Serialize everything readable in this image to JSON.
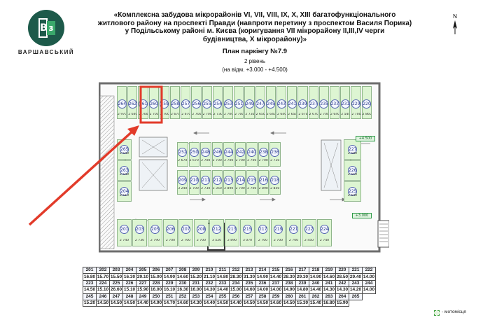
{
  "header": {
    "logo_text": "ВАРШАВСЬКИЙ",
    "logo_letter_a": "В",
    "logo_letter_b": "з",
    "title_lines": [
      "«Комплексна забудова мікрорайонів VI, VII, VIII, IX, X, XIII багатофункціонального",
      "житлового району на проспекті Правди (навпроти перетину з проспектом Василя Порика)",
      "у Подільському районі м. Києва (коригування VII мікрорайону ІІ,ІІІ,IV черги",
      "будівництва, X мікрорайону)»"
    ],
    "plan_title": "План паркінгу №7.9",
    "level": "2 рівень",
    "elevation": "(на відм. +3.000 - +4.500)",
    "north_label": "N"
  },
  "plan": {
    "row_top": [
      {
        "n": "264",
        "a": "2 970"
      },
      {
        "n": "262",
        "a": "2 640"
      },
      {
        "n": "261",
        "a": "2 700"
      },
      {
        "n": "260",
        "a": "2 700"
      },
      {
        "n": "259",
        "a": "2 700"
      },
      {
        "n": "258",
        "a": "2 670"
      },
      {
        "n": "257",
        "a": "2 670"
      },
      {
        "n": "256",
        "a": "2 700"
      },
      {
        "n": "255",
        "a": "2 700"
      },
      {
        "n": "254",
        "a": "2 730"
      },
      {
        "n": "253",
        "a": "2 700"
      },
      {
        "n": "251",
        "a": "2 700"
      },
      {
        "n": "249",
        "a": "2 730"
      },
      {
        "n": "247",
        "a": "2 650"
      },
      {
        "n": "245",
        "a": "2 640"
      },
      {
        "n": "243",
        "a": "2 640"
      },
      {
        "n": "241",
        "a": "2 650"
      },
      {
        "n": "239",
        "a": "2 670"
      },
      {
        "n": "237",
        "a": "2 670"
      },
      {
        "n": "235",
        "a": "2 700"
      },
      {
        "n": "233",
        "a": "2 640"
      },
      {
        "n": "231",
        "a": "2 540"
      },
      {
        "n": "229",
        "a": "2 700"
      },
      {
        "n": "220",
        "a": "2 860"
      }
    ],
    "row_mid_upper": [
      {
        "n": "252",
        "a": "2 670"
      },
      {
        "n": "250",
        "a": "2 670"
      },
      {
        "n": "248",
        "a": "2 700"
      },
      {
        "n": "246",
        "a": "2 700"
      },
      {
        "n": "244",
        "a": "2 700"
      },
      {
        "n": "242",
        "a": "2 700"
      },
      {
        "n": "240",
        "a": "2 700"
      },
      {
        "n": "238",
        "a": "2 700"
      },
      {
        "n": "236",
        "a": "2 730"
      }
    ],
    "row_mid_lower": [
      {
        "n": "209",
        "a": "3 240"
      },
      {
        "n": "210",
        "a": "2 700"
      },
      {
        "n": "211",
        "a": "2 730"
      },
      {
        "n": "212",
        "a": "3 350"
      },
      {
        "n": "213",
        "a": "2 890"
      },
      {
        "n": "214",
        "a": "2 700"
      },
      {
        "n": "215",
        "a": "2 700"
      },
      {
        "n": "216",
        "a": "2 890"
      },
      {
        "n": "218",
        "a": "2 850"
      }
    ],
    "row_bottom": [
      {
        "n": "201",
        "a": "2 740"
      },
      {
        "n": "203",
        "a": "2 730"
      },
      {
        "n": "205",
        "a": "2 790"
      },
      {
        "n": "206",
        "a": "2 700"
      },
      {
        "n": "207",
        "a": "2 700"
      },
      {
        "n": "208",
        "a": "2 700"
      },
      {
        "n": "212",
        "a": "3 520"
      },
      {
        "n": "213",
        "a": "2 890"
      },
      {
        "n": "215",
        "a": "3 070"
      },
      {
        "n": "217",
        "a": "2 700"
      },
      {
        "n": "219",
        "a": "2 700"
      },
      {
        "n": "221",
        "a": "2 700"
      },
      {
        "n": "222",
        "a": "2 450"
      },
      {
        "n": "224",
        "a": "2 740"
      }
    ],
    "left_stack": [
      {
        "n": "265",
        "a": "2 640"
      },
      {
        "n": "263",
        "a": "2 640"
      },
      {
        "n": "204",
        "a": "2 610"
      }
    ],
    "right_stack": [
      {
        "n": "227",
        "a": "2 580"
      },
      {
        "n": "226",
        "a": "2 550"
      },
      {
        "n": "225",
        "a": "2 640"
      }
    ],
    "elevation_badges": [
      "+4.500",
      "+3.000"
    ],
    "colors": {
      "spot": "#ddf5d2",
      "wall": "#6d6d6d",
      "arrow": "#e23b2a",
      "highlight": "#e23b2a"
    }
  },
  "table": {
    "rows": [
      {
        "nums": [
          "201",
          "202",
          "203",
          "204",
          "205",
          "206",
          "207",
          "208",
          "209",
          "210",
          "211",
          "212",
          "213",
          "214",
          "215",
          "216",
          "217",
          "218",
          "219",
          "220",
          "221",
          "222"
        ],
        "vals": [
          "16.80",
          "15.70",
          "15.50",
          "16.30",
          "29.10",
          "15.00",
          "14.90",
          "14.60",
          "15.20",
          "21.10",
          "14.80",
          "28.30",
          "31.30",
          "14.90",
          "14.40",
          "28.30",
          "29.30",
          "14.90",
          "14.60",
          "28.50",
          "29.40",
          "14.00"
        ]
      },
      {
        "nums": [
          "223",
          "224",
          "225",
          "226",
          "227",
          "228",
          "229",
          "230",
          "231",
          "232",
          "233",
          "234",
          "235",
          "236",
          "237",
          "238",
          "239",
          "240",
          "241",
          "242",
          "243",
          "244"
        ],
        "vals": [
          "14.50",
          "15.10",
          "26.60",
          "15.10",
          "15.90",
          "16.00",
          "16.10",
          "16.30",
          "16.00",
          "14.30",
          "14.40",
          "15.00",
          "14.60",
          "14.00",
          "14.00",
          "14.90",
          "14.80",
          "14.40",
          "14.30",
          "14.30",
          "14.20",
          "14.00"
        ]
      },
      {
        "nums": [
          "245",
          "246",
          "247",
          "248",
          "249",
          "250",
          "251",
          "252",
          "253",
          "254",
          "255",
          "256",
          "257",
          "258",
          "259",
          "260",
          "261",
          "262",
          "263",
          "264",
          "265"
        ],
        "vals": [
          "15.20",
          "14.50",
          "14.50",
          "14.50",
          "14.40",
          "14.90",
          "14.70",
          "14.60",
          "14.30",
          "14.40",
          "14.50",
          "14.40",
          "14.50",
          "14.50",
          "14.60",
          "14.50",
          "15.30",
          "15.40",
          "16.80",
          "15.90"
        ]
      }
    ]
  },
  "legend": {
    "moto_label": "- мотомісця",
    "color": "#48a548"
  }
}
